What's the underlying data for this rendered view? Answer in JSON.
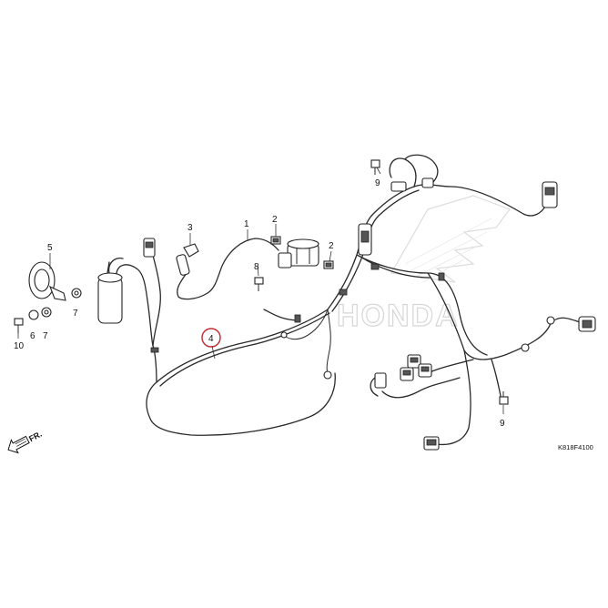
{
  "diagram": {
    "watermark": "HONDA",
    "drawing_code": "K818F4100",
    "direction_label": "FR.",
    "callouts": {
      "c1": "1",
      "c2a": "2",
      "c2b": "2",
      "c3": "3",
      "c4": "4",
      "c5": "5",
      "c6": "6",
      "c7a": "7",
      "c7b": "7",
      "c8": "8",
      "c9a": "9",
      "c9b": "9",
      "c10": "10"
    },
    "highlighted_callout": "4",
    "highlight_color": "#c0282d"
  }
}
